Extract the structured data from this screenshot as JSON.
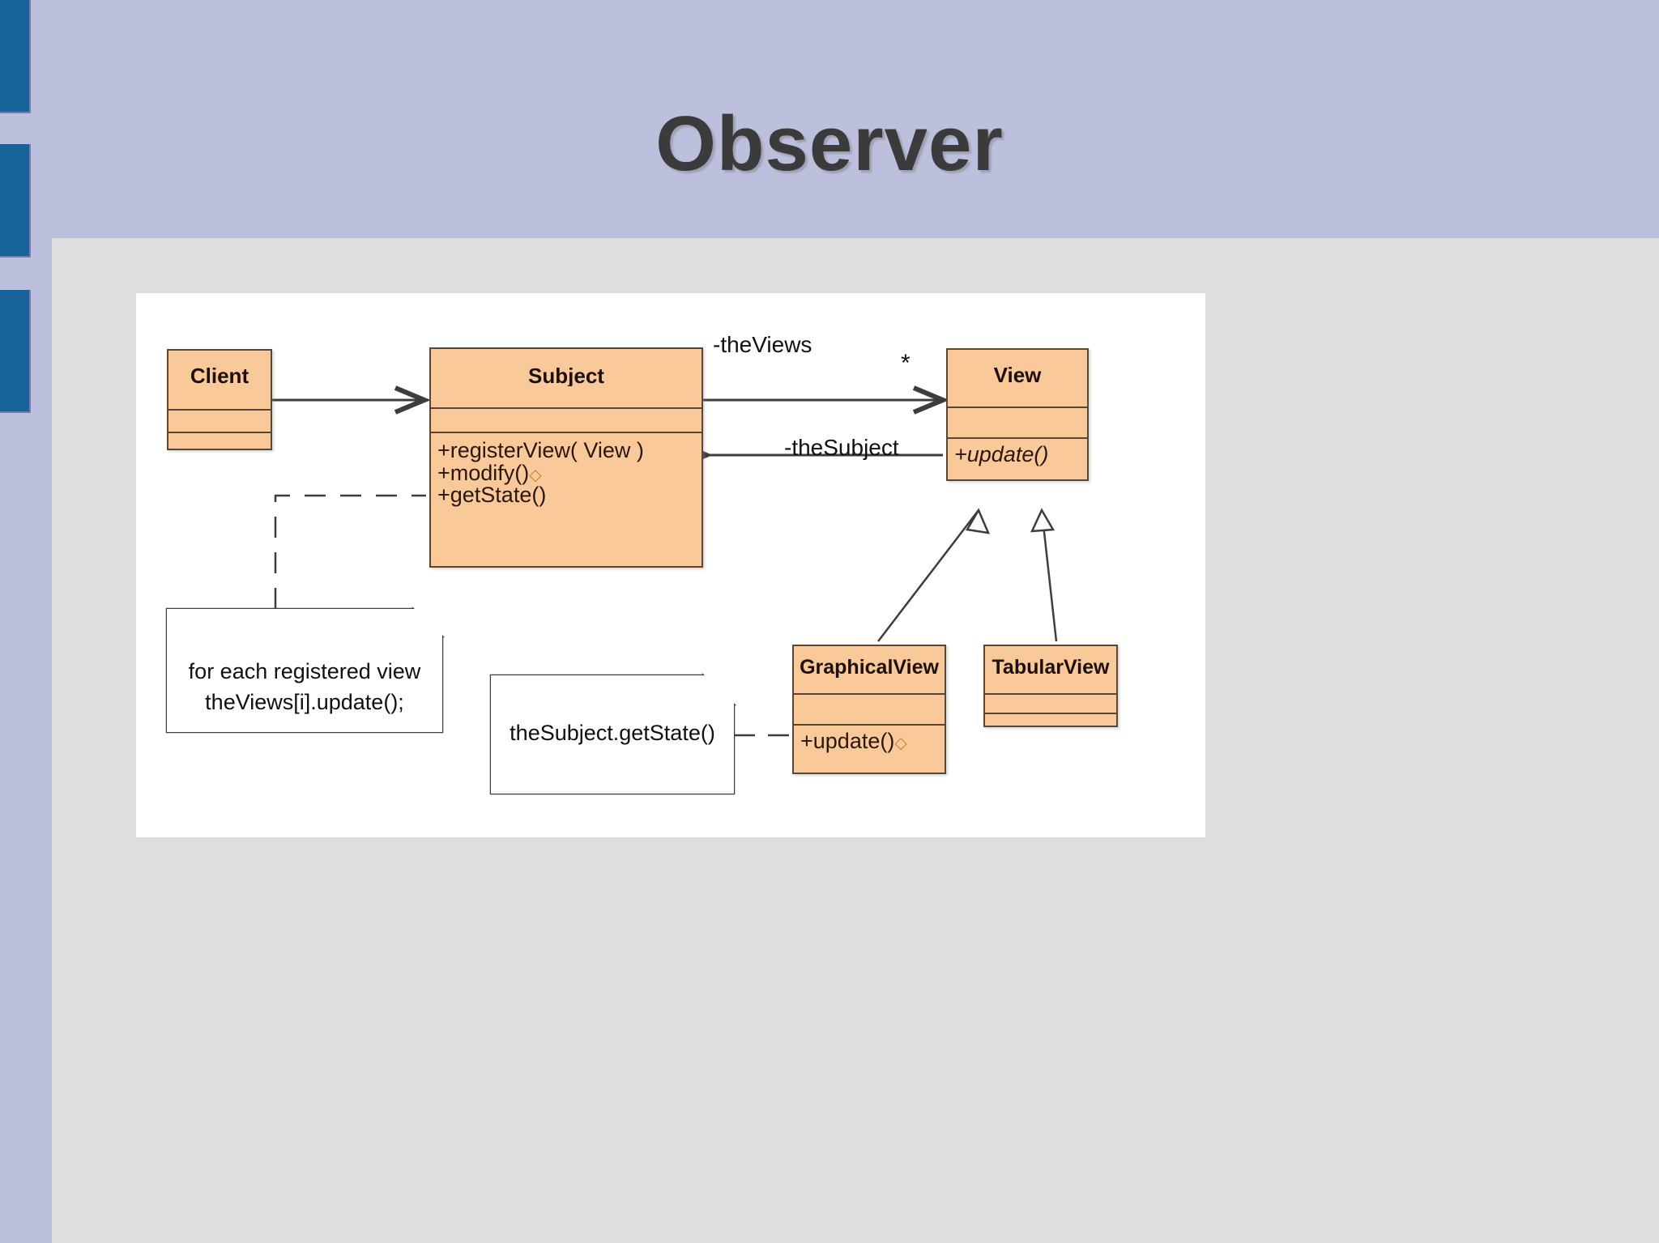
{
  "slide": {
    "title": "Observer",
    "accent_color": "#19639b",
    "title_band_color": "#bcc0dc",
    "content_panel_color": "#dedede",
    "canvas_color": "#ffffff"
  },
  "diagram": {
    "type": "uml-class-diagram",
    "class_fill": "#fac99a",
    "class_border": "#5a4632",
    "classes": [
      {
        "name": "Client",
        "attributes": [],
        "operations": []
      },
      {
        "name": "Subject",
        "attributes": [],
        "operations": [
          {
            "text": "+registerView( View )",
            "abstract": false,
            "marker": ""
          },
          {
            "text": "+modify()",
            "abstract": false,
            "marker": "◇"
          },
          {
            "text": "+getState()",
            "abstract": false,
            "marker": ""
          }
        ]
      },
      {
        "name": "View",
        "attributes": [],
        "operations": [
          {
            "text": "+update()",
            "abstract": true,
            "marker": ""
          }
        ]
      },
      {
        "name": "GraphicalView",
        "attributes": [],
        "operations": [
          {
            "text": "+update()",
            "abstract": false,
            "marker": "◇"
          }
        ]
      },
      {
        "name": "TabularView",
        "attributes": [],
        "operations": []
      }
    ],
    "edge_labels": {
      "the_views_role": "-theViews",
      "the_subject_role": "-theSubject",
      "multiplicity": "*"
    },
    "notes": [
      {
        "id": "for-each-note",
        "lines": [
          "for each registered view",
          "theViews[i].update();"
        ]
      },
      {
        "id": "get-state-note",
        "lines": [
          "theSubject.getState()"
        ]
      }
    ],
    "relationships": [
      {
        "from": "Client",
        "to": "Subject",
        "kind": "association-directed"
      },
      {
        "from": "Subject",
        "to": "View",
        "kind": "association-directed",
        "role": "-theViews",
        "multiplicity": "*"
      },
      {
        "from": "View",
        "to": "Subject",
        "kind": "association-directed",
        "role": "-theSubject"
      },
      {
        "from": "GraphicalView",
        "to": "View",
        "kind": "generalization"
      },
      {
        "from": "TabularView",
        "to": "View",
        "kind": "generalization"
      },
      {
        "from": "for-each-note",
        "to": "Subject.modify()",
        "kind": "note-anchor"
      },
      {
        "from": "get-state-note",
        "to": "GraphicalView.update()",
        "kind": "note-anchor"
      }
    ]
  }
}
